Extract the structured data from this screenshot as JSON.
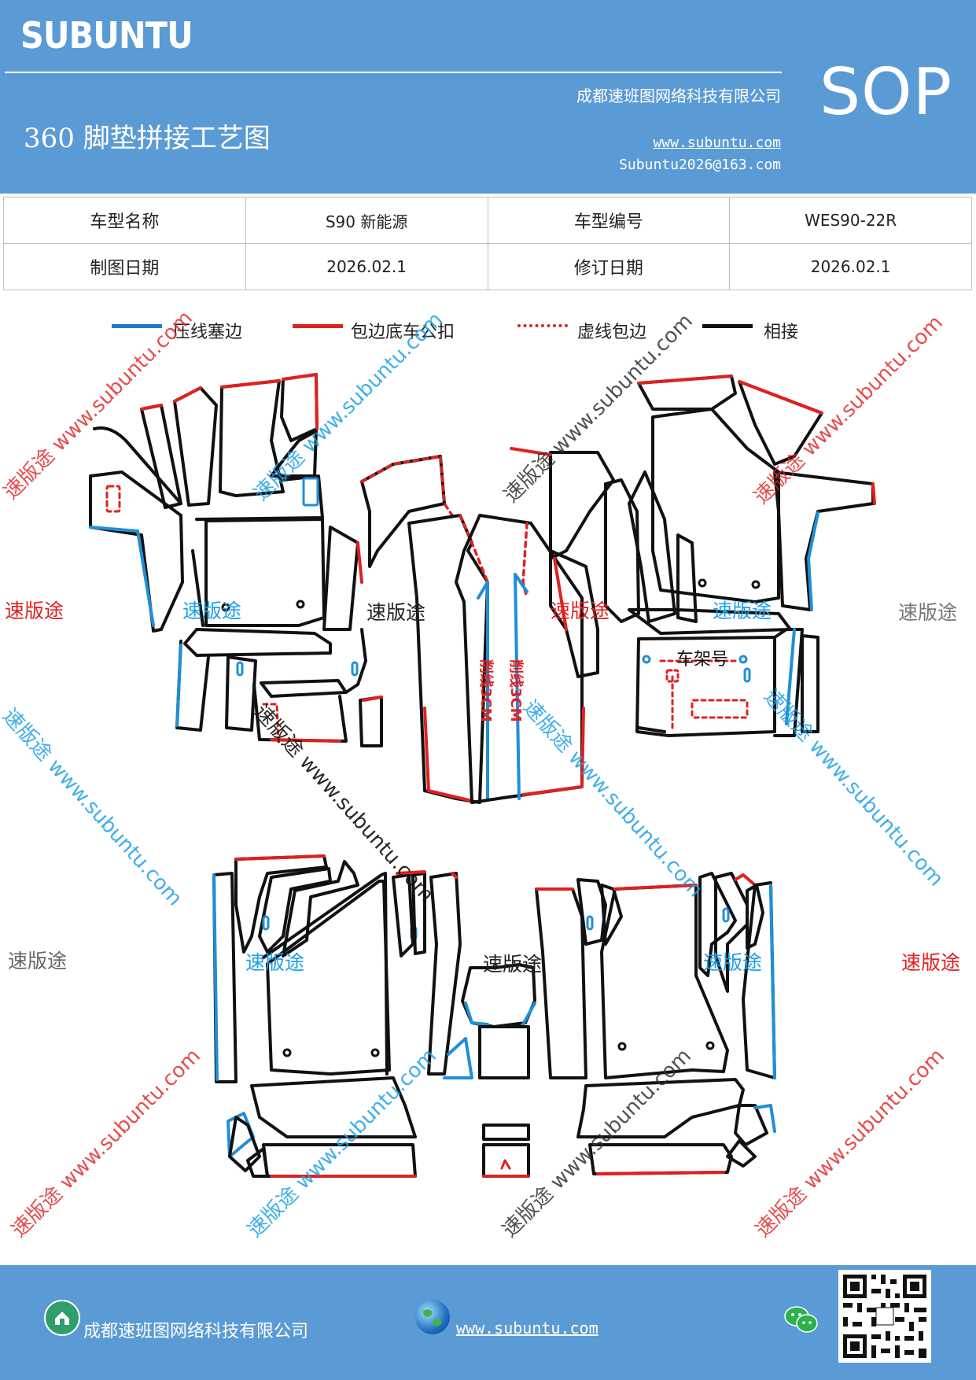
{
  "header": {
    "brand": "SUBUNTU",
    "company": "成都速班图网络科技有限公司",
    "title": "360 脚垫拼接工艺图",
    "url": "www.subuntu.com",
    "email": "Subuntu2026@163.com",
    "badge": "SOP"
  },
  "info": {
    "row1": {
      "label1": "车型名称",
      "value1": "S90 新能源",
      "label2": "车型编号",
      "value2": "WES90-22R"
    },
    "row2": {
      "label1": "制图日期",
      "value1": "2026.02.1",
      "label2": "修订日期",
      "value2": "2026.02.1"
    }
  },
  "legend": {
    "items": [
      {
        "label": "压线塞边",
        "color": "#1f78c8",
        "style": "solid"
      },
      {
        "label": "包边底车公扣",
        "color": "#e02020",
        "style": "solid"
      },
      {
        "label": "虚线包边",
        "color": "#d62728",
        "style": "dashed"
      },
      {
        "label": "相接",
        "color": "#111111",
        "style": "solid"
      }
    ]
  },
  "drawing": {
    "frame_label": "车架号",
    "cut_label": "削线3CM",
    "watermark_text": "速版途",
    "watermark_url": "速版途 www.subuntu.com",
    "colors": {
      "blue_edge": "#1f8fd8",
      "red_edge": "#e02020",
      "join_edge": "#111111"
    }
  },
  "footer": {
    "company": "成都速班图网络科技有限公司",
    "url": "www.subuntu.com"
  }
}
